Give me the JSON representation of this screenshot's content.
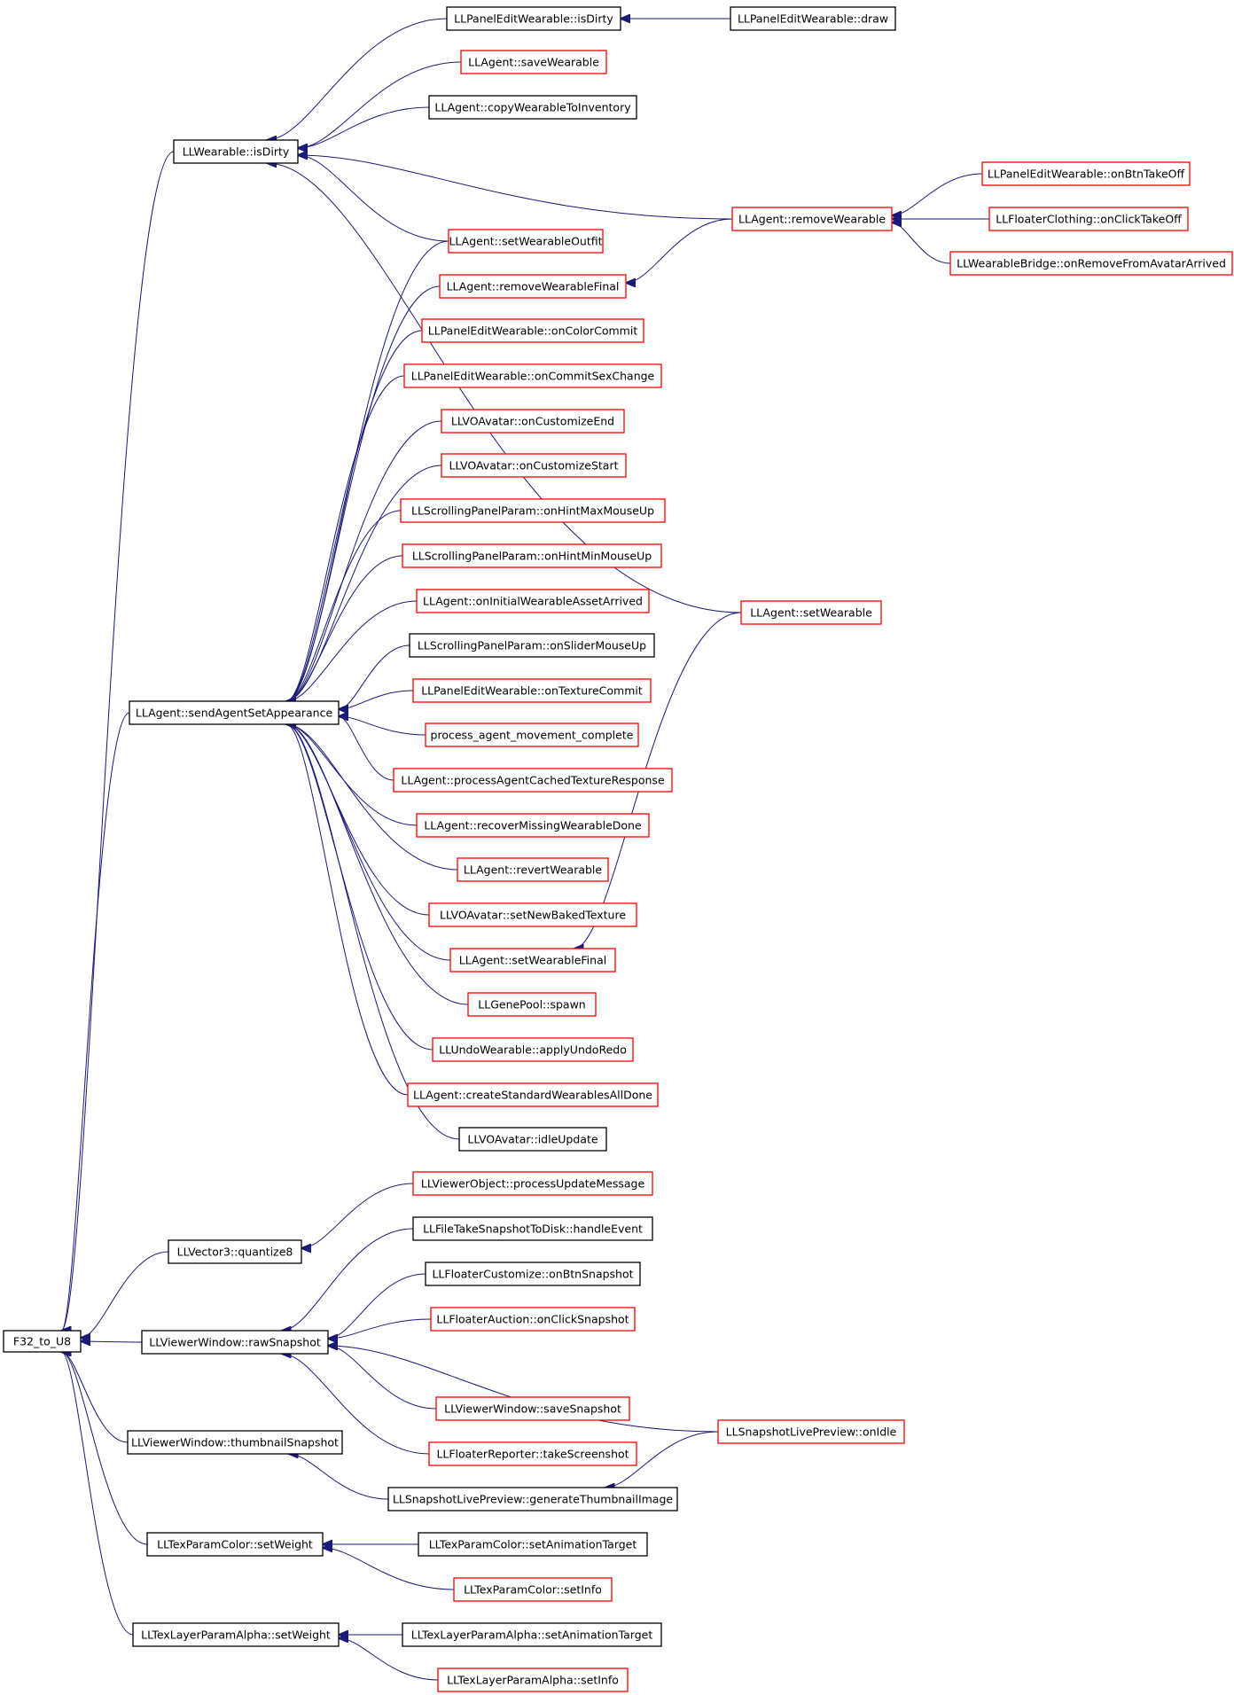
{
  "graph": {
    "colors": {
      "edge": "#1a1a78",
      "border_normal": "#000000",
      "border_truncated": "#ff0000",
      "root_fill": "#bfbfbf"
    },
    "nodes": [
      {
        "id": "f32_to_u8",
        "label": "F32_to_U8",
        "style": "root"
      },
      {
        "id": "llwearable_isdirty",
        "label": "LLWearable::isDirty",
        "style": "normal"
      },
      {
        "id": "llpaneleditwearable_isdirty",
        "label": "LLPanelEditWearable::isDirty",
        "style": "normal"
      },
      {
        "id": "llpaneleditwearable_draw",
        "label": "LLPanelEditWearable::draw",
        "style": "normal"
      },
      {
        "id": "llagent_savewearable",
        "label": "LLAgent::saveWearable",
        "style": "truncated"
      },
      {
        "id": "llagent_copywearabletoinventory",
        "label": "LLAgent::copyWearableToInventory",
        "style": "normal"
      },
      {
        "id": "llagent_removewearable",
        "label": "LLAgent::removeWearable",
        "style": "truncated"
      },
      {
        "id": "llpaneleditwearable_onbtntakeoff",
        "label": "LLPanelEditWearable::onBtnTakeOff",
        "style": "truncated"
      },
      {
        "id": "llfloaterclothing_onclicktakeoff",
        "label": "LLFloaterClothing::onClickTakeOff",
        "style": "truncated"
      },
      {
        "id": "llwearablebridge_onremovefromavatararrived",
        "label": "LLWearableBridge::onRemoveFromAvatarArrived",
        "style": "truncated"
      },
      {
        "id": "llagent_setwearableoutfit",
        "label": "LLAgent::setWearableOutfit",
        "style": "truncated"
      },
      {
        "id": "llagent_removewearablefinal",
        "label": "LLAgent::removeWearableFinal",
        "style": "truncated"
      },
      {
        "id": "llpaneleditwearable_oncolorcommit",
        "label": "LLPanelEditWearable::onColorCommit",
        "style": "truncated"
      },
      {
        "id": "llpaneleditwearable_oncommitsexchange",
        "label": "LLPanelEditWearable::onCommitSexChange",
        "style": "truncated"
      },
      {
        "id": "llvoavatar_oncustomizeend",
        "label": "LLVOAvatar::onCustomizeEnd",
        "style": "truncated"
      },
      {
        "id": "llvoavatar_oncustomizestart",
        "label": "LLVOAvatar::onCustomizeStart",
        "style": "truncated"
      },
      {
        "id": "llscrollingpanelparam_onhintmaxmouseup",
        "label": "LLScrollingPanelParam::onHintMaxMouseUp",
        "style": "truncated"
      },
      {
        "id": "llscrollingpanelparam_onhintminmouseup",
        "label": "LLScrollingPanelParam::onHintMinMouseUp",
        "style": "truncated"
      },
      {
        "id": "llagent_oninitialwearableassetarrived",
        "label": "LLAgent::onInitialWearableAssetArrived",
        "style": "truncated"
      },
      {
        "id": "llscrollingpanelparam_onslidermouseup",
        "label": "LLScrollingPanelParam::onSliderMouseUp",
        "style": "normal"
      },
      {
        "id": "llagent_setwearable",
        "label": "LLAgent::setWearable",
        "style": "truncated"
      },
      {
        "id": "llagent_sendagentsetappearance",
        "label": "LLAgent::sendAgentSetAppearance",
        "style": "normal"
      },
      {
        "id": "llpaneleditwearable_ontexturecommit",
        "label": "LLPanelEditWearable::onTextureCommit",
        "style": "truncated"
      },
      {
        "id": "process_agent_movement_complete",
        "label": "process_agent_movement_complete",
        "style": "truncated"
      },
      {
        "id": "llagent_processagentcachedtextureresponse",
        "label": "LLAgent::processAgentCachedTextureResponse",
        "style": "truncated"
      },
      {
        "id": "llagent_recovermissingwearabledone",
        "label": "LLAgent::recoverMissingWearableDone",
        "style": "truncated"
      },
      {
        "id": "llagent_revertwearable",
        "label": "LLAgent::revertWearable",
        "style": "truncated"
      },
      {
        "id": "llvoavatar_setnewbakedtexture",
        "label": "LLVOAvatar::setNewBakedTexture",
        "style": "truncated"
      },
      {
        "id": "llagent_setwearablefinal",
        "label": "LLAgent::setWearableFinal",
        "style": "truncated"
      },
      {
        "id": "llgenepool_spawn",
        "label": "LLGenePool::spawn",
        "style": "truncated"
      },
      {
        "id": "llundowearable_applyundoredo",
        "label": "LLUndoWearable::applyUndoRedo",
        "style": "truncated"
      },
      {
        "id": "llagent_createstandardwearablesalldone",
        "label": "LLAgent::createStandardWearablesAllDone",
        "style": "truncated"
      },
      {
        "id": "llvoavatar_idleupdate",
        "label": "LLVOAvatar::idleUpdate",
        "style": "normal"
      },
      {
        "id": "llviewerobject_processupdatemessage",
        "label": "LLViewerObject::processUpdateMessage",
        "style": "truncated"
      },
      {
        "id": "llvector3_quantize8",
        "label": "LLVector3::quantize8",
        "style": "normal"
      },
      {
        "id": "llfiletakesnapshottodisk_handleevent",
        "label": "LLFileTakeSnapshotToDisk::handleEvent",
        "style": "normal"
      },
      {
        "id": "llfloatercustomize_onbtnsnapshot",
        "label": "LLFloaterCustomize::onBtnSnapshot",
        "style": "normal"
      },
      {
        "id": "llfloaterauction_onclicksnapshot",
        "label": "LLFloaterAuction::onClickSnapshot",
        "style": "truncated"
      },
      {
        "id": "llviewerwindow_rawsnapshot",
        "label": "LLViewerWindow::rawSnapshot",
        "style": "normal"
      },
      {
        "id": "llviewerwindow_savesnapshot",
        "label": "LLViewerWindow::saveSnapshot",
        "style": "truncated"
      },
      {
        "id": "llsnapshotlivepreview_onidle",
        "label": "LLSnapshotLivePreview::onIdle",
        "style": "truncated"
      },
      {
        "id": "llviewerwindow_thumbnailsnapshot",
        "label": "LLViewerWindow::thumbnailSnapshot",
        "style": "normal"
      },
      {
        "id": "llfloaterreporter_takescreenshot",
        "label": "LLFloaterReporter::takeScreenshot",
        "style": "truncated"
      },
      {
        "id": "llsnapshotlivepreview_generatethumbnailimage",
        "label": "LLSnapshotLivePreview::generateThumbnailImage",
        "style": "normal"
      },
      {
        "id": "lltexparamcolor_setweight",
        "label": "LLTexParamColor::setWeight",
        "style": "normal"
      },
      {
        "id": "lltexparamcolor_setanimationtarget",
        "label": "LLTexParamColor::setAnimationTarget",
        "style": "normal"
      },
      {
        "id": "lltexparamcolor_setinfo",
        "label": "LLTexParamColor::setInfo",
        "style": "truncated"
      },
      {
        "id": "lltexlayerparamalpha_setweight",
        "label": "LLTexLayerParamAlpha::setWeight",
        "style": "normal"
      },
      {
        "id": "lltexlayerparamalpha_setanimationtarget",
        "label": "LLTexLayerParamAlpha::setAnimationTarget",
        "style": "normal"
      },
      {
        "id": "lltexlayerparamalpha_setinfo",
        "label": "LLTexLayerParamAlpha::setInfo",
        "style": "truncated"
      }
    ],
    "edges": [
      {
        "from": "llwearable_isdirty",
        "to": "f32_to_u8"
      },
      {
        "from": "llagent_sendagentsetappearance",
        "to": "f32_to_u8"
      },
      {
        "from": "llvector3_quantize8",
        "to": "f32_to_u8"
      },
      {
        "from": "llviewerwindow_rawsnapshot",
        "to": "f32_to_u8"
      },
      {
        "from": "llviewerwindow_thumbnailsnapshot",
        "to": "f32_to_u8"
      },
      {
        "from": "lltexparamcolor_setweight",
        "to": "f32_to_u8"
      },
      {
        "from": "lltexlayerparamalpha_setweight",
        "to": "f32_to_u8"
      },
      {
        "from": "llpaneleditwearable_isdirty",
        "to": "llwearable_isdirty"
      },
      {
        "from": "llagent_savewearable",
        "to": "llwearable_isdirty"
      },
      {
        "from": "llagent_copywearabletoinventory",
        "to": "llwearable_isdirty"
      },
      {
        "from": "llagent_removewearable",
        "to": "llwearable_isdirty"
      },
      {
        "from": "llagent_setwearableoutfit",
        "to": "llwearable_isdirty"
      },
      {
        "from": "llagent_setwearable",
        "to": "llwearable_isdirty"
      },
      {
        "from": "llpaneleditwearable_draw",
        "to": "llpaneleditwearable_isdirty"
      },
      {
        "from": "llpaneleditwearable_onbtntakeoff",
        "to": "llagent_removewearable"
      },
      {
        "from": "llfloaterclothing_onclicktakeoff",
        "to": "llagent_removewearable"
      },
      {
        "from": "llwearablebridge_onremovefromavatararrived",
        "to": "llagent_removewearable"
      },
      {
        "from": "llagent_removewearable",
        "to": "llagent_removewearablefinal"
      },
      {
        "from": "llagent_setwearable",
        "to": "llagent_setwearablefinal"
      },
      {
        "from": "llagent_setwearableoutfit",
        "to": "llagent_sendagentsetappearance"
      },
      {
        "from": "llagent_removewearablefinal",
        "to": "llagent_sendagentsetappearance"
      },
      {
        "from": "llpaneleditwearable_oncolorcommit",
        "to": "llagent_sendagentsetappearance"
      },
      {
        "from": "llpaneleditwearable_oncommitsexchange",
        "to": "llagent_sendagentsetappearance"
      },
      {
        "from": "llvoavatar_oncustomizeend",
        "to": "llagent_sendagentsetappearance"
      },
      {
        "from": "llvoavatar_oncustomizestart",
        "to": "llagent_sendagentsetappearance"
      },
      {
        "from": "llscrollingpanelparam_onhintmaxmouseup",
        "to": "llagent_sendagentsetappearance"
      },
      {
        "from": "llscrollingpanelparam_onhintminmouseup",
        "to": "llagent_sendagentsetappearance"
      },
      {
        "from": "llagent_oninitialwearableassetarrived",
        "to": "llagent_sendagentsetappearance"
      },
      {
        "from": "llscrollingpanelparam_onslidermouseup",
        "to": "llagent_sendagentsetappearance"
      },
      {
        "from": "llpaneleditwearable_ontexturecommit",
        "to": "llagent_sendagentsetappearance"
      },
      {
        "from": "process_agent_movement_complete",
        "to": "llagent_sendagentsetappearance"
      },
      {
        "from": "llagent_processagentcachedtextureresponse",
        "to": "llagent_sendagentsetappearance"
      },
      {
        "from": "llagent_recovermissingwearabledone",
        "to": "llagent_sendagentsetappearance"
      },
      {
        "from": "llagent_revertwearable",
        "to": "llagent_sendagentsetappearance"
      },
      {
        "from": "llvoavatar_setnewbakedtexture",
        "to": "llagent_sendagentsetappearance"
      },
      {
        "from": "llagent_setwearablefinal",
        "to": "llagent_sendagentsetappearance"
      },
      {
        "from": "llgenepool_spawn",
        "to": "llagent_sendagentsetappearance"
      },
      {
        "from": "llundowearable_applyundoredo",
        "to": "llagent_sendagentsetappearance"
      },
      {
        "from": "llagent_createstandardwearablesalldone",
        "to": "llagent_sendagentsetappearance"
      },
      {
        "from": "llvoavatar_idleupdate",
        "to": "llagent_sendagentsetappearance"
      },
      {
        "from": "llviewerobject_processupdatemessage",
        "to": "llvector3_quantize8"
      },
      {
        "from": "llfiletakesnapshottodisk_handleevent",
        "to": "llviewerwindow_rawsnapshot"
      },
      {
        "from": "llfloatercustomize_onbtnsnapshot",
        "to": "llviewerwindow_rawsnapshot"
      },
      {
        "from": "llfloaterauction_onclicksnapshot",
        "to": "llviewerwindow_rawsnapshot"
      },
      {
        "from": "llsnapshotlivepreview_onidle",
        "to": "llviewerwindow_rawsnapshot"
      },
      {
        "from": "llviewerwindow_savesnapshot",
        "to": "llviewerwindow_rawsnapshot"
      },
      {
        "from": "llfloaterreporter_takescreenshot",
        "to": "llviewerwindow_rawsnapshot"
      },
      {
        "from": "llsnapshotlivepreview_generatethumbnailimage",
        "to": "llviewerwindow_thumbnailsnapshot"
      },
      {
        "from": "llsnapshotlivepreview_onidle",
        "to": "llsnapshotlivepreview_generatethumbnailimage"
      },
      {
        "from": "lltexparamcolor_setanimationtarget",
        "to": "lltexparamcolor_setweight"
      },
      {
        "from": "lltexparamcolor_setinfo",
        "to": "lltexparamcolor_setweight"
      },
      {
        "from": "lltexlayerparamalpha_setanimationtarget",
        "to": "lltexlayerparamalpha_setweight"
      },
      {
        "from": "lltexlayerparamalpha_setinfo",
        "to": "lltexlayerparamalpha_setweight"
      }
    ]
  }
}
